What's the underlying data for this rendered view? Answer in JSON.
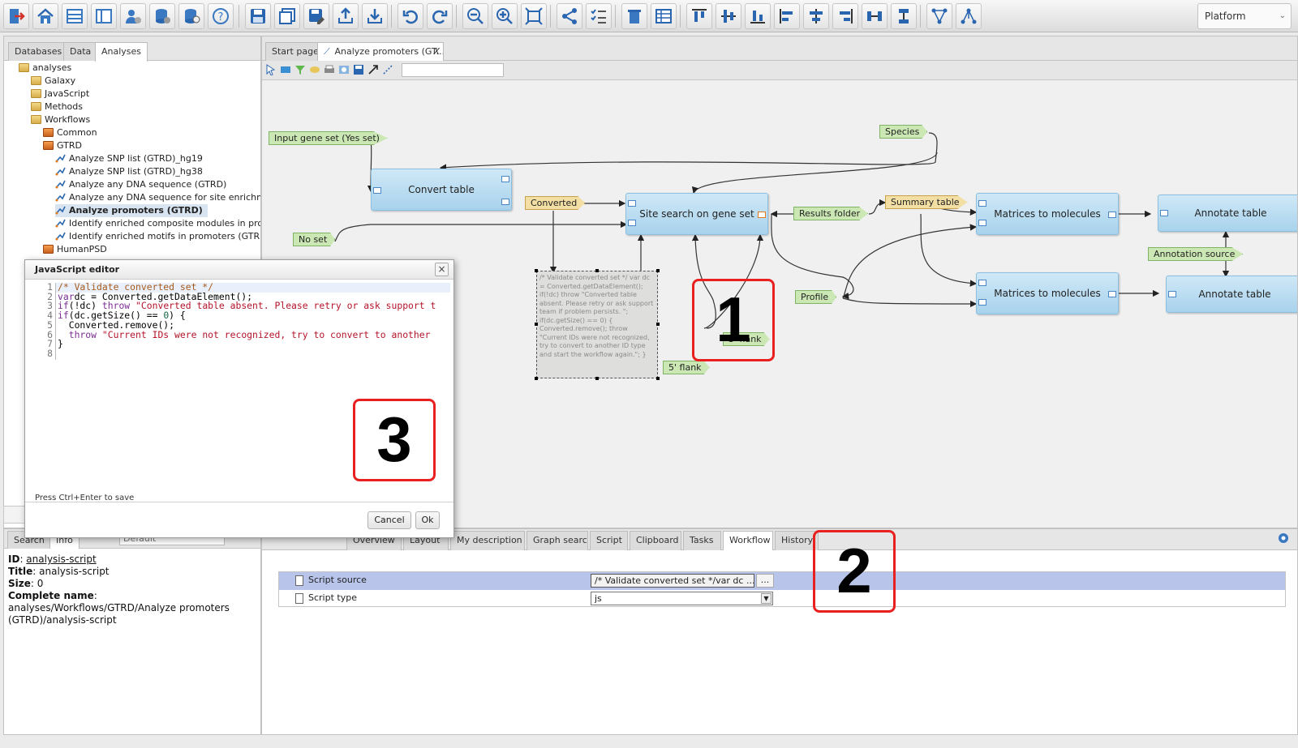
{
  "toolbar": {
    "platform_select": "Platform",
    "icons": [
      "logout-icon",
      "home-icon",
      "layout-icon",
      "panel-icon",
      "user-icon",
      "database-settings-icon",
      "database-icon",
      "help-icon",
      "save-icon",
      "save-all-icon",
      "save-as-icon",
      "upload-icon",
      "download-icon",
      "undo-icon",
      "redo-icon",
      "zoom-out-icon",
      "zoom-in-icon",
      "fit-icon",
      "share-icon",
      "checklist-icon",
      "trash-icon",
      "table-icon",
      "align-top-icon",
      "align-middle-icon",
      "align-bottom-icon",
      "align-left-icon",
      "align-center-icon",
      "align-right-icon",
      "distribute-horizontal-icon",
      "distribute-vertical-icon",
      "layout-graph-icon",
      "layout-tree-icon"
    ]
  },
  "left_panel": {
    "tabs": [
      "Databases",
      "Data",
      "Analyses"
    ],
    "active_tab": "Analyses",
    "tree": [
      {
        "label": "analyses",
        "depth": 0,
        "icon": "folder"
      },
      {
        "label": "Galaxy",
        "depth": 1,
        "icon": "folder"
      },
      {
        "label": "JavaScript",
        "depth": 1,
        "icon": "folder"
      },
      {
        "label": "Methods",
        "depth": 1,
        "icon": "folder"
      },
      {
        "label": "Workflows",
        "depth": 1,
        "icon": "folder"
      },
      {
        "label": "Common",
        "depth": 2,
        "icon": "database"
      },
      {
        "label": "GTRD",
        "depth": 2,
        "icon": "database"
      },
      {
        "label": "Analyze SNP list (GTRD)_hg19",
        "depth": 3,
        "icon": "workflow"
      },
      {
        "label": "Analyze SNP list (GTRD)_hg38",
        "depth": 3,
        "icon": "workflow"
      },
      {
        "label": "Analyze any DNA sequence (GTRD)",
        "depth": 3,
        "icon": "workflow"
      },
      {
        "label": "Analyze any DNA sequence for site enrichmen",
        "depth": 3,
        "icon": "workflow"
      },
      {
        "label": "Analyze promoters (GTRD)",
        "depth": 3,
        "icon": "workflow",
        "selected": true
      },
      {
        "label": "Identify enriched composite modules in promo",
        "depth": 3,
        "icon": "workflow"
      },
      {
        "label": "Identify enriched motifs in promoters (GTRD)",
        "depth": 3,
        "icon": "workflow"
      },
      {
        "label": "HumanPSD",
        "depth": 2,
        "icon": "database"
      }
    ]
  },
  "bottom_left": {
    "tabs": [
      "Search",
      "Info"
    ],
    "active_tab": "Info",
    "select_value": "Default",
    "info": {
      "id_label": "ID",
      "id_value": "analysis-script",
      "title_label": "Title",
      "title_value": "analysis-script",
      "size_label": "Size",
      "size_value": "0",
      "complete_label": "Complete name",
      "complete_value": "analyses/Workflows/GTRD/Analyze promoters (GTRD)/analysis-script"
    }
  },
  "main": {
    "tabs": [
      {
        "label": "Start page"
      },
      {
        "label": "Analyze promoters (GT...",
        "active": true,
        "close": "X"
      }
    ],
    "graph_tools": [
      "select-icon",
      "rectangle-icon",
      "filter-icon",
      "ellipse-icon",
      "print-icon",
      "image-icon",
      "save-image-icon",
      "arrow-icon",
      "dashed-line-icon"
    ],
    "nodes": {
      "convert_table": "Convert table",
      "site_search": "Site search on gene set",
      "m2m_1": "Matrices to molecules",
      "m2m_2": "Matrices to molecules",
      "annotate_1": "Annotate table",
      "annotate_2": "Annotate table"
    },
    "tags": {
      "input_gene_set": "Input gene set (Yes set)",
      "species": "Species",
      "converted": "Converted",
      "no_set": "No set",
      "results_folder": "Results folder",
      "summary_table": "Summary table",
      "annotation_source": "Annotation source",
      "profile": "Profile",
      "flank3": "3' flank",
      "flank5": "5' flank"
    },
    "note_text": "/* Validate converted set */ var dc = Converted.getDataElement(); if(!dc) throw \"Converted table absent. Please retry or ask support team if problem persists. \"; if(dc.getSize() == 0) { Converted.remove(); throw \"Current IDs were not recognized, try to convert to another ID type and start the workflow again.\"; }"
  },
  "bottom_panel": {
    "tabs": [
      "Overview",
      "Layout",
      "My description",
      "Graph search",
      "Script",
      "Clipboard",
      "Tasks",
      "Workflow",
      "History"
    ],
    "active_tab": "Workflow",
    "properties": [
      {
        "name": "Script source",
        "value": "/* Validate converted set */var dc ...",
        "button": "..."
      },
      {
        "name": "Script type",
        "value": "js"
      }
    ]
  },
  "dialog": {
    "title": "JavaScript editor",
    "close": "×",
    "lines": [
      "1",
      "2",
      "3",
      "4",
      "5",
      "6",
      "7",
      "8"
    ],
    "hint": "Press Ctrl+Enter to save",
    "cancel": "Cancel",
    "ok": "Ok"
  },
  "callouts": {
    "c1": "1",
    "c2": "2",
    "c3": "3"
  }
}
